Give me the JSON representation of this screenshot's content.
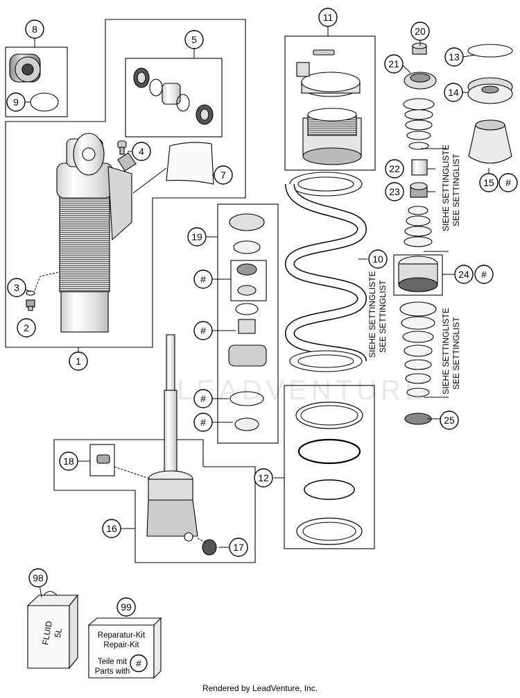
{
  "watermark": "LEADVENTURE",
  "callouts": {
    "c1": "1",
    "c2": "2",
    "c3": "3",
    "c4": "4",
    "c5": "5",
    "c7": "7",
    "c8": "8",
    "c9": "9",
    "c10": "10",
    "c11": "11",
    "c12": "12",
    "c13": "13",
    "c14": "14",
    "c15": "15",
    "c16": "16",
    "c17": "17",
    "c18": "18",
    "c19": "19",
    "c20": "20",
    "c21": "21",
    "c22": "22",
    "c23": "23",
    "c24": "24",
    "c25": "25",
    "c98": "98",
    "c99": "99",
    "hash": "#"
  },
  "settings_text": {
    "line1": "SIEHE SETTINGLISTE",
    "line2": "SEE SETTINGLIST"
  },
  "fluid_can": {
    "line1": "FLUID",
    "line2": "5L"
  },
  "repair_kit": {
    "line1": "Reparatur-Kit",
    "line2": "Repair-Kit",
    "line3": "Teile mit",
    "line4": "Parts with"
  },
  "footer": "Rendered by LeadVenture, Inc."
}
